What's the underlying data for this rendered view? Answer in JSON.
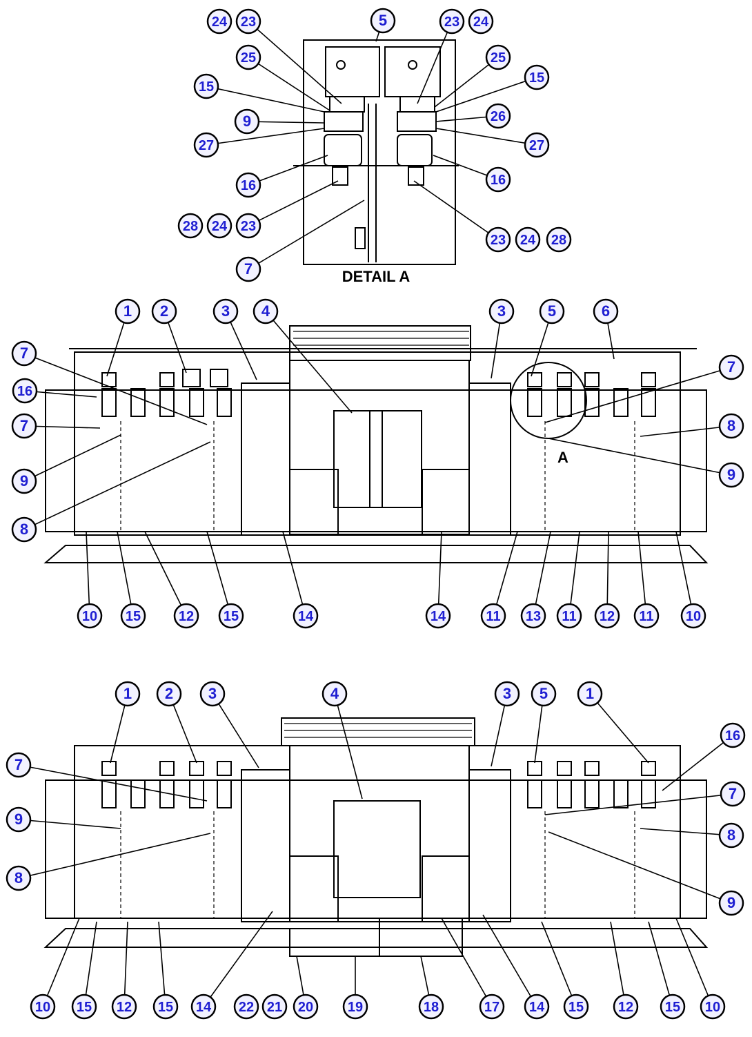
{
  "detail": {
    "title": "DETAIL A",
    "ref_letter": "A"
  },
  "colors": {
    "balloon_fill": "#f2f2ff",
    "balloon_text": "#1e1ed2",
    "line": "#000000"
  },
  "callouts": {
    "detail": [
      {
        "n": "24"
      },
      {
        "n": "23"
      },
      {
        "n": "5"
      },
      {
        "n": "23"
      },
      {
        "n": "24"
      },
      {
        "n": "25"
      },
      {
        "n": "25"
      },
      {
        "n": "15"
      },
      {
        "n": "15"
      },
      {
        "n": "9"
      },
      {
        "n": "26"
      },
      {
        "n": "27"
      },
      {
        "n": "27"
      },
      {
        "n": "16"
      },
      {
        "n": "16"
      },
      {
        "n": "28"
      },
      {
        "n": "24"
      },
      {
        "n": "23"
      },
      {
        "n": "23"
      },
      {
        "n": "24"
      },
      {
        "n": "28"
      },
      {
        "n": "7"
      }
    ],
    "view1": [
      {
        "n": "1"
      },
      {
        "n": "2"
      },
      {
        "n": "3"
      },
      {
        "n": "4"
      },
      {
        "n": "3"
      },
      {
        "n": "5"
      },
      {
        "n": "6"
      },
      {
        "n": "7"
      },
      {
        "n": "16"
      },
      {
        "n": "7"
      },
      {
        "n": "9"
      },
      {
        "n": "8"
      },
      {
        "n": "7"
      },
      {
        "n": "8"
      },
      {
        "n": "9"
      },
      {
        "n": "10"
      },
      {
        "n": "15"
      },
      {
        "n": "12"
      },
      {
        "n": "15"
      },
      {
        "n": "14"
      },
      {
        "n": "14"
      },
      {
        "n": "11"
      },
      {
        "n": "13"
      },
      {
        "n": "11"
      },
      {
        "n": "12"
      },
      {
        "n": "11"
      },
      {
        "n": "10"
      }
    ],
    "view2": [
      {
        "n": "1"
      },
      {
        "n": "2"
      },
      {
        "n": "3"
      },
      {
        "n": "4"
      },
      {
        "n": "3"
      },
      {
        "n": "5"
      },
      {
        "n": "1"
      },
      {
        "n": "16"
      },
      {
        "n": "7"
      },
      {
        "n": "9"
      },
      {
        "n": "8"
      },
      {
        "n": "7"
      },
      {
        "n": "8"
      },
      {
        "n": "9"
      },
      {
        "n": "10"
      },
      {
        "n": "15"
      },
      {
        "n": "12"
      },
      {
        "n": "15"
      },
      {
        "n": "14"
      },
      {
        "n": "22"
      },
      {
        "n": "21"
      },
      {
        "n": "20"
      },
      {
        "n": "19"
      },
      {
        "n": "18"
      },
      {
        "n": "17"
      },
      {
        "n": "14"
      },
      {
        "n": "15"
      },
      {
        "n": "12"
      },
      {
        "n": "15"
      },
      {
        "n": "10"
      }
    ]
  }
}
